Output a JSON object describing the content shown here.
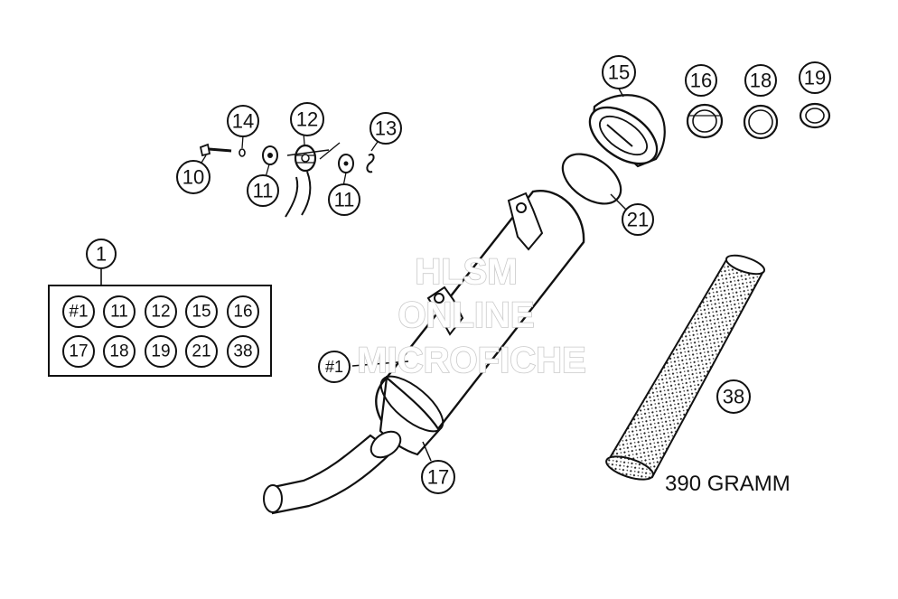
{
  "callouts": {
    "c1": "1",
    "c10": "10",
    "c11a": "11",
    "c11b": "11",
    "c12": "12",
    "c13": "13",
    "c14": "14",
    "c15": "15",
    "c16": "16",
    "c17": "17",
    "c18": "18",
    "c19": "19",
    "c21": "21",
    "c38": "38",
    "c_hash1": "#1"
  },
  "kit_box": {
    "row1": [
      "#1",
      "11",
      "12",
      "15",
      "16"
    ],
    "row2": [
      "17",
      "18",
      "19",
      "21",
      "38"
    ]
  },
  "weight_label": "390 GRAMM",
  "watermark": {
    "line1": "HLSM",
    "line2": "ONLINE",
    "line3": "MICROFICHE"
  }
}
